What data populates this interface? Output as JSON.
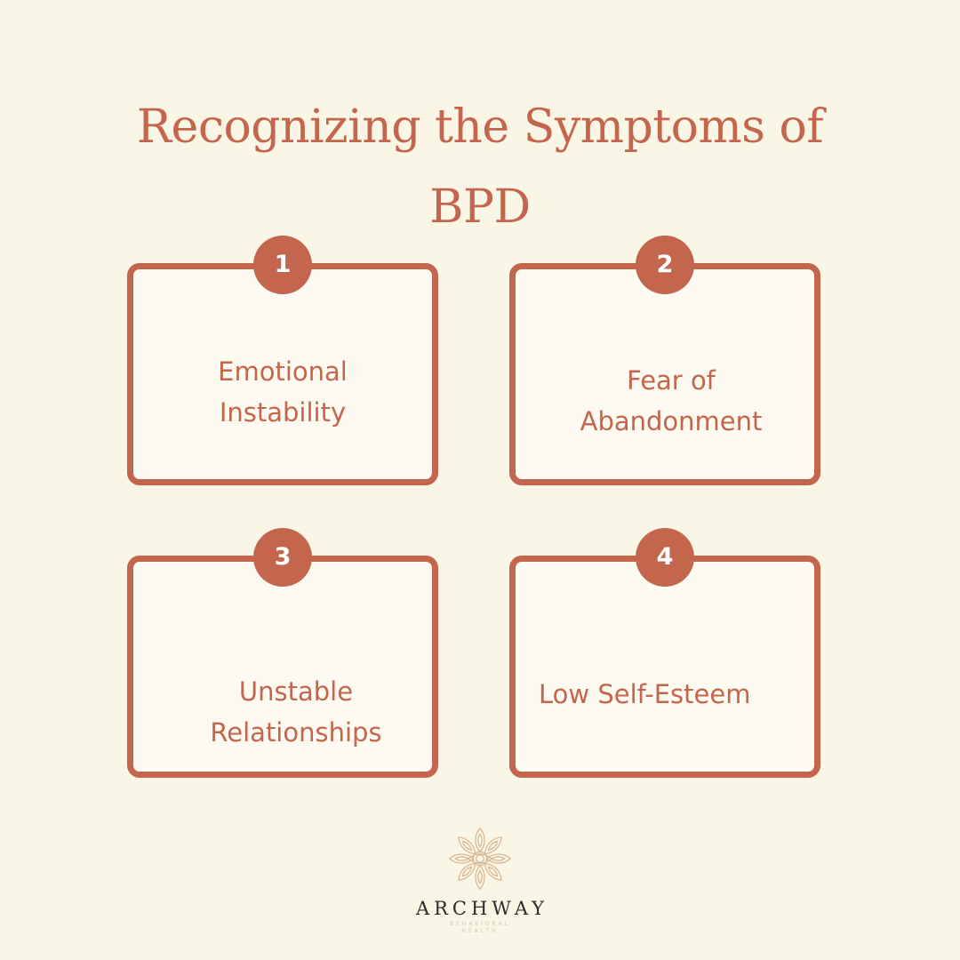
{
  "title": "Recognizing the Symptoms of BPD",
  "cards": [
    {
      "number": "1",
      "line1": "Emotional",
      "line2": "Instability"
    },
    {
      "number": "2",
      "line1": "Fear of",
      "line2": "Abandonment"
    },
    {
      "number": "3",
      "line1": "Unstable",
      "line2": "Relationships"
    },
    {
      "number": "4",
      "line1": "Low Self-Esteem"
    }
  ],
  "logo": {
    "name": "ARCHWAY",
    "subtitle_line1": "BEHAVIORAL",
    "subtitle_line2": "HEALTH",
    "icon": "mandala-icon"
  },
  "colors": {
    "background": "#faf6e6",
    "accent": "#c4654d",
    "card_fill": "#fdfbf1",
    "logo_gold": "#d6b58f"
  }
}
